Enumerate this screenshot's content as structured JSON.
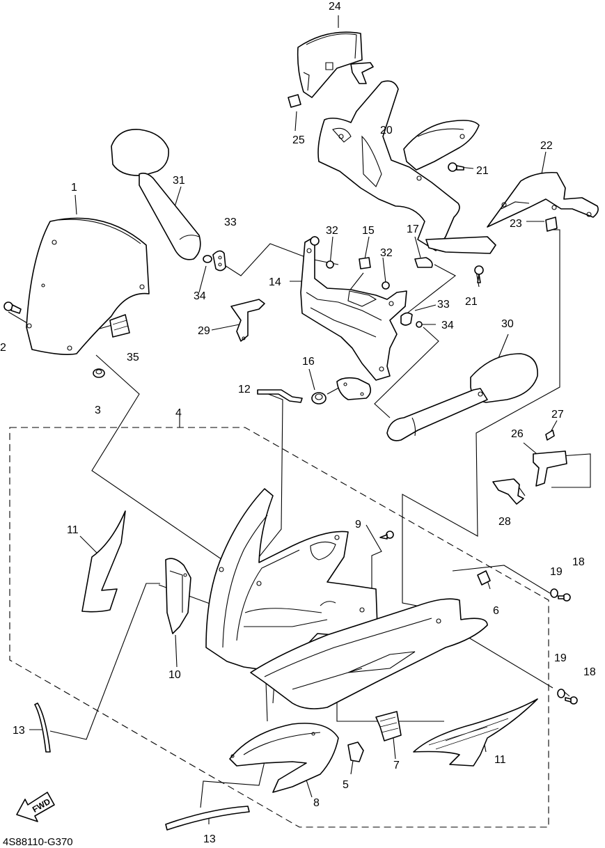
{
  "diagram": {
    "labels": {
      "p1": "1",
      "p2": "2",
      "p3": "3",
      "p4": "4",
      "p5": "5",
      "p6": "6",
      "p7": "7",
      "p8": "8",
      "p9": "9",
      "p10": "10",
      "p11a": "11",
      "p11b": "11",
      "p12": "12",
      "p13a": "13",
      "p13b": "13",
      "p14": "14",
      "p15": "15",
      "p16": "16",
      "p17": "17",
      "p18a": "18",
      "p18b": "18",
      "p19a": "19",
      "p19b": "19",
      "p20": "20",
      "p21a": "21",
      "p21b": "21",
      "p22": "22",
      "p23": "23",
      "p24": "24",
      "p25": "25",
      "p26": "26",
      "p27": "27",
      "p28": "28",
      "p29": "29",
      "p30": "30",
      "p31": "31",
      "p32a": "32",
      "p32b": "32",
      "p33a": "33",
      "p33b": "33",
      "p34a": "34",
      "p34b": "34",
      "p35": "35"
    },
    "direction_label": "FWD",
    "drawing_code": "4S88110-G370"
  }
}
